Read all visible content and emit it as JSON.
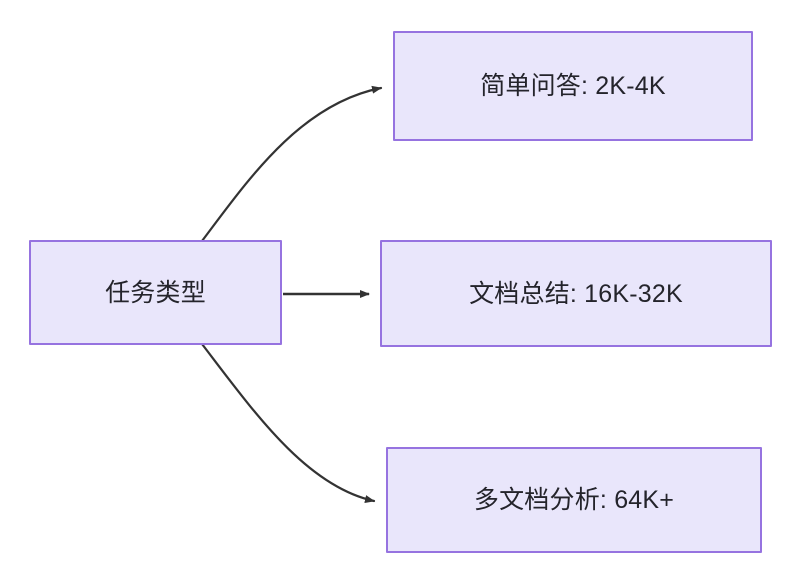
{
  "diagram": {
    "type": "flowchart",
    "direction": "left-to-right",
    "background_color": "#ffffff",
    "node_fill_color": "#e9e6fb",
    "node_border_color": "#9673e0",
    "node_text_color": "#24242b",
    "edge_color": "#333333",
    "nodes": [
      {
        "id": "root",
        "label": "任务类型"
      },
      {
        "id": "qa",
        "label": "简单问答: 2K-4K"
      },
      {
        "id": "sum",
        "label": "文档总结: 16K-32K"
      },
      {
        "id": "multi",
        "label": "多文档分析: 64K+"
      }
    ],
    "edges": [
      {
        "from": "root",
        "to": "qa",
        "style": "curved",
        "label": ""
      },
      {
        "from": "root",
        "to": "sum",
        "style": "straight",
        "label": ""
      },
      {
        "from": "root",
        "to": "multi",
        "style": "curved",
        "label": ""
      }
    ]
  }
}
